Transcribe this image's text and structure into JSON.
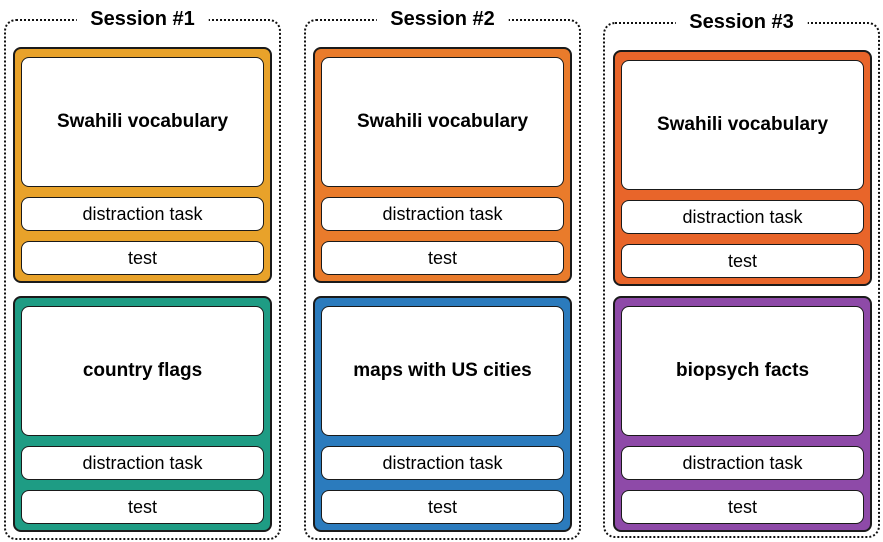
{
  "colors": {
    "yellow": "#e8a22a",
    "orange": "#e97b2b",
    "orange_red": "#e8652a",
    "teal": "#1e9c84",
    "blue": "#2b7bbd",
    "purple": "#8e4aa8"
  },
  "sessions": [
    {
      "title": "Session #1",
      "blocks": [
        {
          "learn": "Swahili vocabulary",
          "distraction": "distraction task",
          "test": "test",
          "color": "#e8a22a"
        },
        {
          "learn": "country flags",
          "distraction": "distraction task",
          "test": "test",
          "color": "#1e9c84"
        }
      ]
    },
    {
      "title": "Session #2",
      "blocks": [
        {
          "learn": "Swahili vocabulary",
          "distraction": "distraction task",
          "test": "test",
          "color": "#e97b2b"
        },
        {
          "learn": "maps with US cities",
          "distraction": "distraction task",
          "test": "test",
          "color": "#2b7bbd"
        }
      ]
    },
    {
      "title": "Session #3",
      "blocks": [
        {
          "learn": "Swahili vocabulary",
          "distraction": "distraction task",
          "test": "test",
          "color": "#e8652a"
        },
        {
          "learn": "biopsych facts",
          "distraction": "distraction task",
          "test": "test",
          "color": "#8e4aa8"
        }
      ]
    }
  ]
}
